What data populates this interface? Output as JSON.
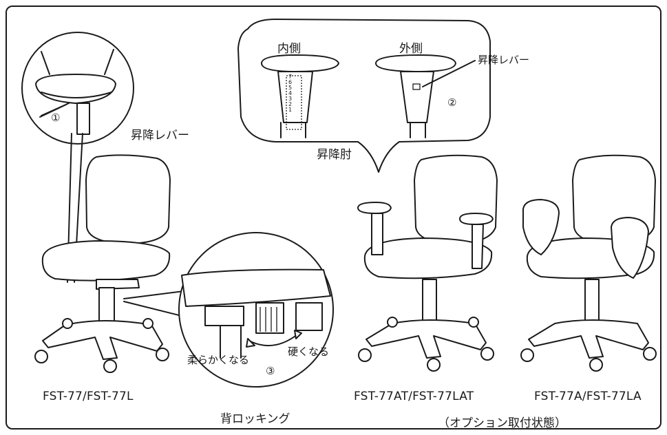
{
  "labels": {
    "lift_lever_main": "昇降レバー",
    "lift_lever_arm": "昇降レバー",
    "inner_side": "内側",
    "outer_side": "外側",
    "lift_armrest": "昇降肘",
    "circle_1": "①",
    "circle_2": "②",
    "circle_3": "③",
    "softer": "柔らかくなる",
    "harder": "硬くなる",
    "back_locking": "背ロッキング",
    "scale_numbers": "7 6 5 4 3 2 1"
  },
  "models": {
    "basic": "FST-77/FST-77L",
    "lift_arm": "FST-77AT/FST-77LAT",
    "fixed_arm": "FST-77A/FST-77LA",
    "option_note": "（オプション取付状態）"
  }
}
